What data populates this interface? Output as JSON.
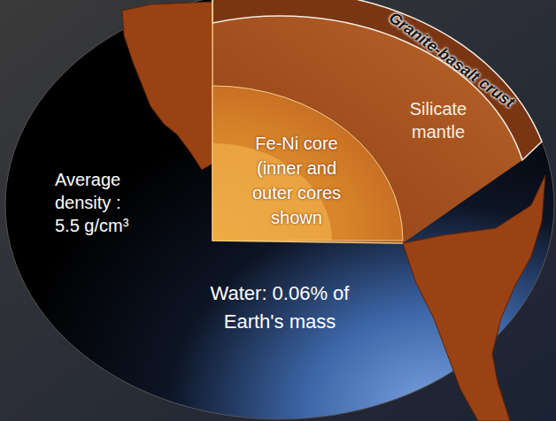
{
  "diagram": {
    "nodes": [
      {
        "text": [
          "Silicate mantle"
        ]
      },
      {
        "text": [
          "Fe-Ni core (inner and outer cores shown"
        ],
        "in": 0
      }
    ],
    "labels": [
      "Granite-basalt crust",
      "Average density : 5.5 g/cm³",
      "Water: 0.06% of Earth's mass"
    ]
  }
}
